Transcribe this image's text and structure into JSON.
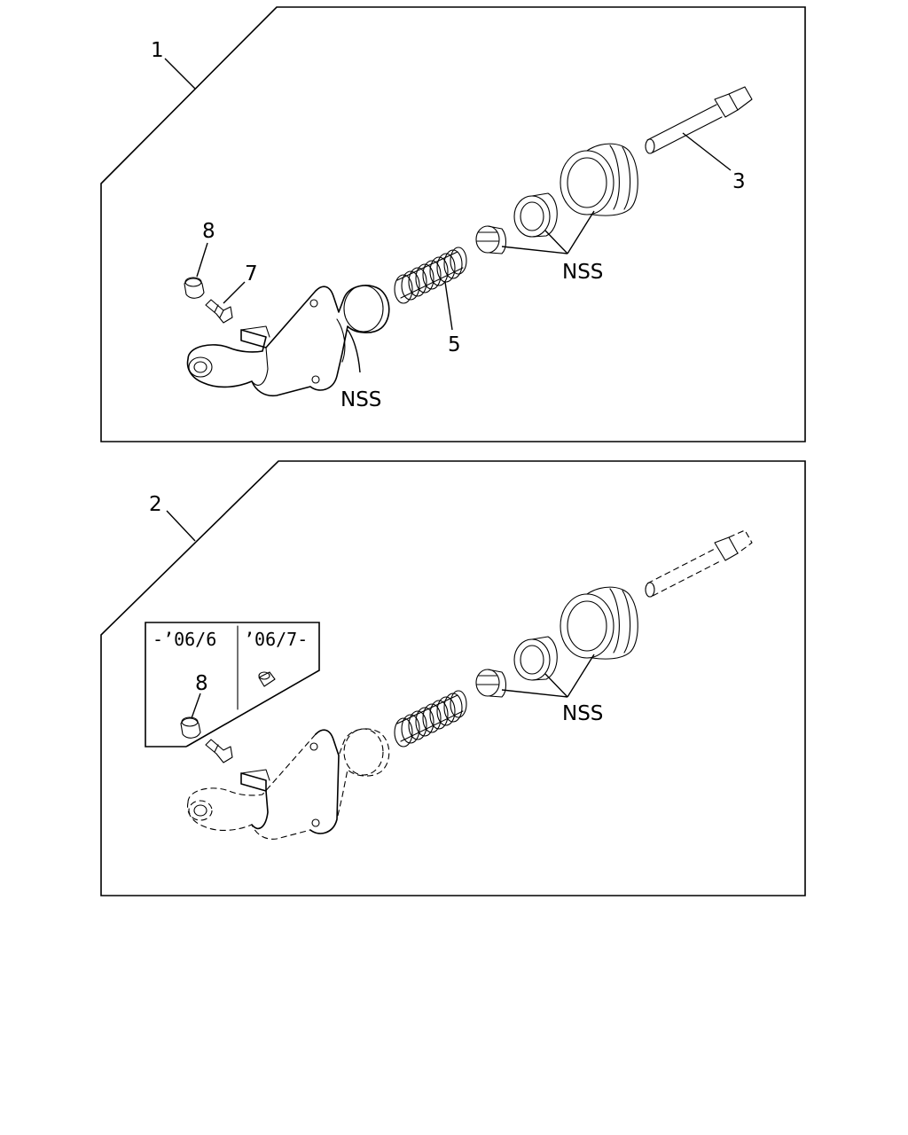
{
  "panel1": {
    "callouts": {
      "assembly": "1",
      "pushrod": "3",
      "spring": "5",
      "bleeder": "7",
      "cap": "8",
      "nss_seals": "NSS",
      "nss_body": "NSS"
    }
  },
  "panel2": {
    "callouts": {
      "assembly": "2",
      "cap": "8",
      "nss_seals": "NSS"
    },
    "inset": {
      "left_header": "-’06/6",
      "right_header": "’06/7-"
    }
  }
}
